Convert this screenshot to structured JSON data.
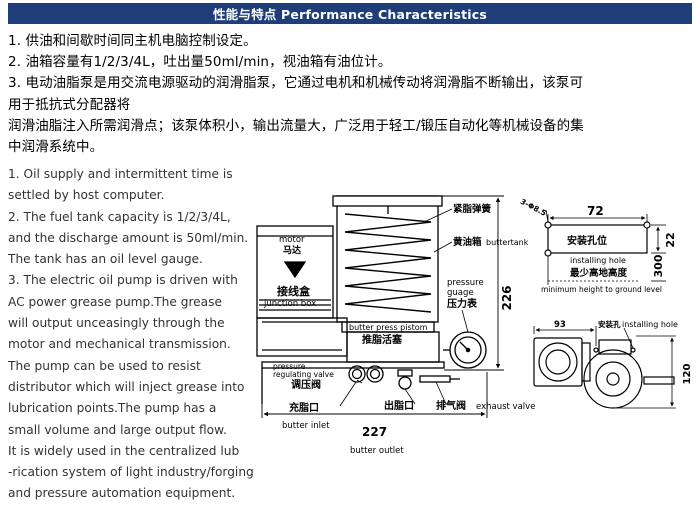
{
  "header": {
    "title": "性能与特点 Performance Characteristics"
  },
  "chinese_text": [
    "1. 供油和间歇时间同主机电脑控制设定。",
    "2. 油箱容量有1/2/3/4L，吐出量50ml/min，视油箱有油位计。",
    "3. 电动油脂泵是用交流电源驱动的润滑脂泵，它通过电机和机械传动将润滑脂不断输出，该泵可",
    "用于抵抗式分配器将",
    "润滑油脂注入所需润滑点；该泵体积小，输出流量大，广泛用于轻工/锻压自动化等机械设备的集",
    "中润滑系统中。"
  ],
  "english_text": [
    "1. Oil supply and intermittent time is",
    "settled by host computer.",
    "2. The fuel tank capacity is 1/2/3/4L,",
    "and the discharge amount is 50ml/min.",
    "The tank has an oil level gauge.",
    "3. The electric oil pump is driven with",
    "AC power grease pump.The grease",
    "will output unceasingly through the",
    "motor and mechanical transmission.",
    "The pump can be used to resist",
    "distributor which will inject grease into",
    "lubrication points.The pump has a",
    "small volume and large output flow.",
    "It is widely used in the centralized lub",
    "-rication system of light industry/forging",
    "and pressure automation equipment."
  ],
  "diagram_main": {
    "motor_en": "motor",
    "motor_cn": "马达",
    "junction_cn": "接线盒",
    "junction_en": "junction box",
    "spring_cn": "紧脂弹簧",
    "tank_cn": "黄油箱",
    "tank_en": "buttertank",
    "gauge_en_1": "pressure",
    "gauge_en_2": "guage",
    "gauge_cn": "压力表",
    "piston_en": "butter press pistom",
    "piston_cn": "推脂活塞",
    "valve_en_1": "pressure",
    "valve_en_2": "regulating valve",
    "valve_cn": "调压阀",
    "inlet_cn": "充脂口",
    "inlet_en": "butter inlet",
    "outlet_cn": "出脂口",
    "outlet_en": "butter outlet",
    "exhaust_cn": "排气阀",
    "exhaust_en": "exhaust valve",
    "dim_width": "227",
    "dim_height": "226"
  },
  "diagram_install": {
    "hole_spec": "3-Φ8.5",
    "dim_72": "72",
    "dim_22": "22",
    "dim_300": "300",
    "hole_cn": "安装孔位",
    "hole_en": "installing hole",
    "min_height_cn": "最少高地高度",
    "min_height_en": "minimum height to ground level"
  },
  "diagram_top": {
    "dim_93": "93",
    "hole_cn": "安装孔",
    "hole_en": "installing hole",
    "dim_120": "120"
  }
}
